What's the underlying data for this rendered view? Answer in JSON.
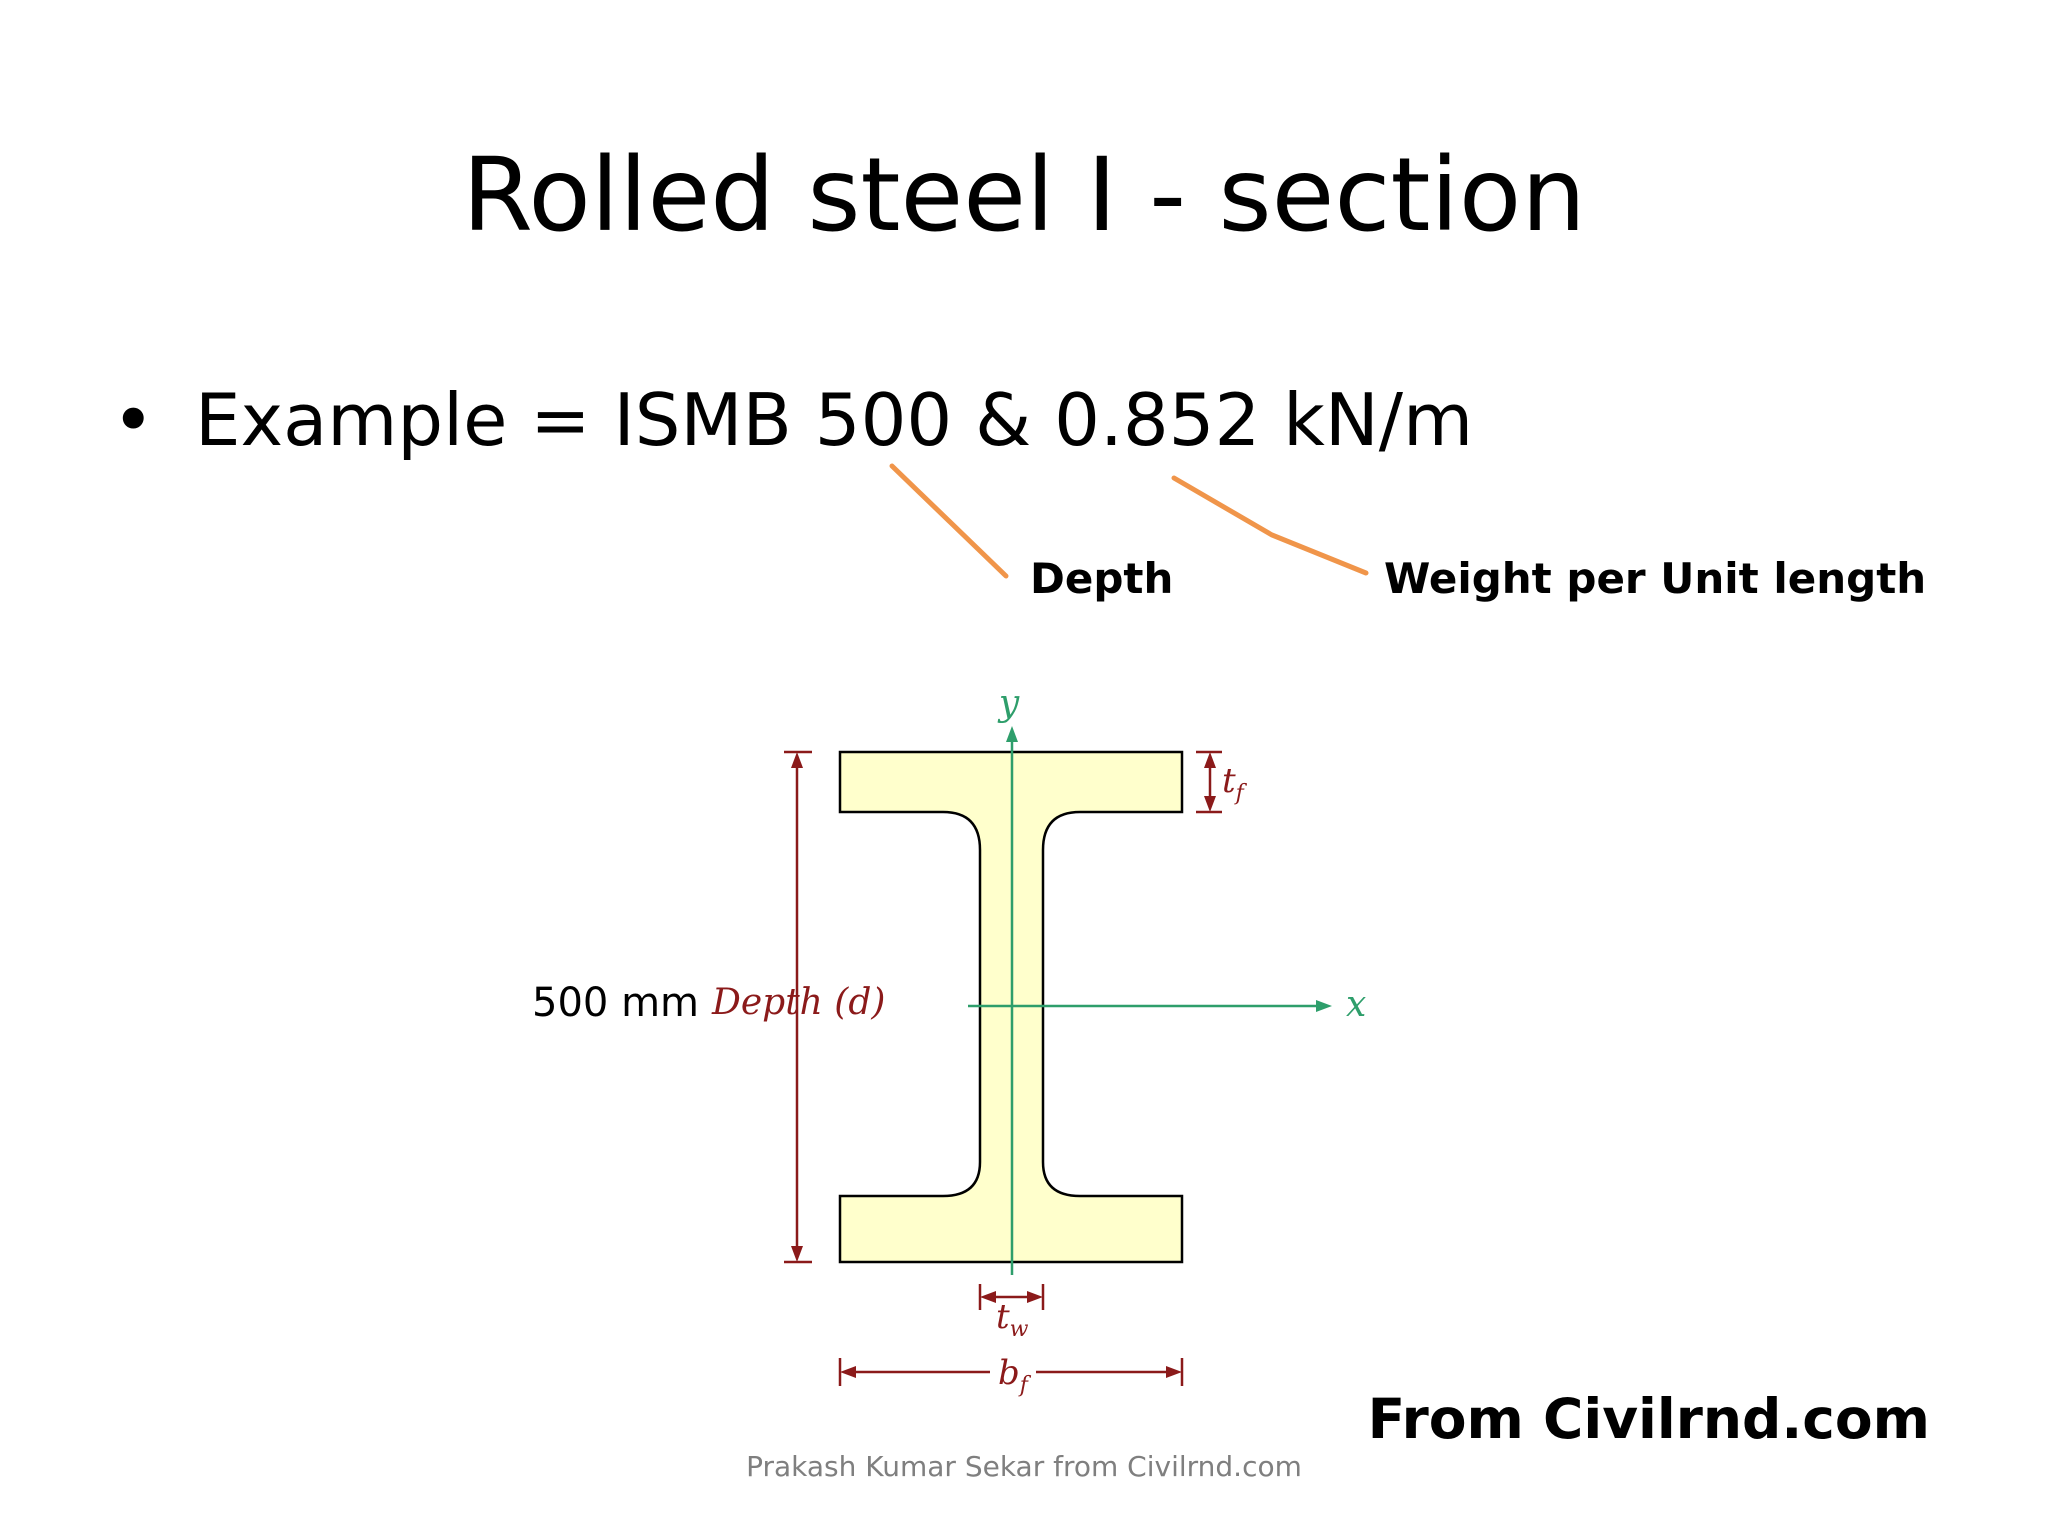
{
  "slide": {
    "title": "Rolled steel I - section",
    "bullet_char": "•",
    "bullet_text": "Example = ISMB 500 & 0.852 kN/m",
    "callouts": {
      "depth": "Depth",
      "weight": "Weight  per Unit length"
    },
    "source_credit": "From Civilrnd.com",
    "footer": "Prakash Kumar Sekar from Civilrnd.com"
  },
  "diagram": {
    "depth_value": "500 mm",
    "depth_label": "Depth (d)",
    "y_axis_label": "y",
    "x_axis_label": "x",
    "flange_thickness_label": "t",
    "flange_thickness_sub": "f",
    "web_thickness_label": "t",
    "web_thickness_sub": "w",
    "flange_width_label": "b",
    "flange_width_sub": "f"
  },
  "colors": {
    "callout_line": "#f0954a",
    "section_fill": "#ffffcc",
    "axis": "#2e9e6b",
    "dimension": "#8b1a1a"
  }
}
